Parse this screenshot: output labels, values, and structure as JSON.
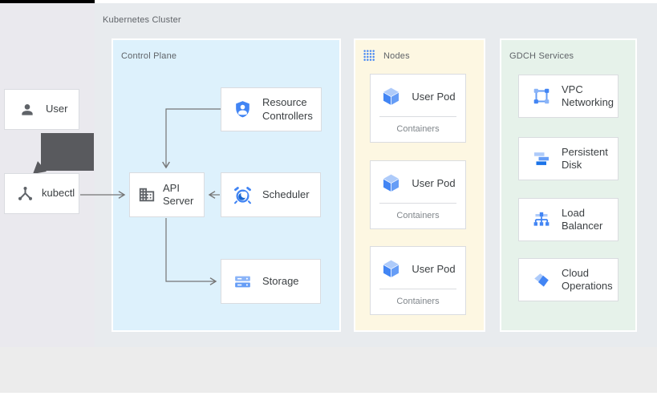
{
  "diagram": {
    "cluster_label": "Kubernetes Cluster",
    "external": {
      "user": {
        "label": "User",
        "icon": "person-icon"
      },
      "kubectl": {
        "label": "kubectl",
        "icon": "hub-icon"
      }
    },
    "control_plane": {
      "label": "Control Plane",
      "resource_controllers": {
        "label": "Resource Controllers",
        "icon": "shield-user-icon"
      },
      "api_server": {
        "label": "API Server",
        "icon": "building-icon"
      },
      "scheduler": {
        "label": "Scheduler",
        "icon": "alarm-clock-icon"
      },
      "storage": {
        "label": "Storage",
        "icon": "server-stack-icon"
      }
    },
    "nodes": {
      "label": "Nodes",
      "icon": "dot-grid-icon",
      "pods": [
        {
          "label": "User Pod",
          "sublabel": "Containers",
          "icon": "cube-icon"
        },
        {
          "label": "User Pod",
          "sublabel": "Containers",
          "icon": "cube-icon"
        },
        {
          "label": "User Pod",
          "sublabel": "Containers",
          "icon": "cube-icon"
        }
      ]
    },
    "gdch_services": {
      "label": "GDCH Services",
      "services": [
        {
          "label": "VPC Networking",
          "icon": "vpc-network-icon"
        },
        {
          "label": "Persistent Disk",
          "icon": "persistent-disk-icon"
        },
        {
          "label": "Load Balancer",
          "icon": "load-balancer-icon"
        },
        {
          "label": "Cloud Operations",
          "icon": "cloud-operations-icon"
        }
      ]
    },
    "colors": {
      "control_plane_bg": "#ddf1fc",
      "nodes_bg": "#fdf7e2",
      "gdch_bg": "#e6f2ea",
      "accent_blue": "#4285f4",
      "icon_gray": "#5f6368",
      "arrow_gray": "#757575",
      "thick_arrow_gray": "#595a5e"
    }
  }
}
